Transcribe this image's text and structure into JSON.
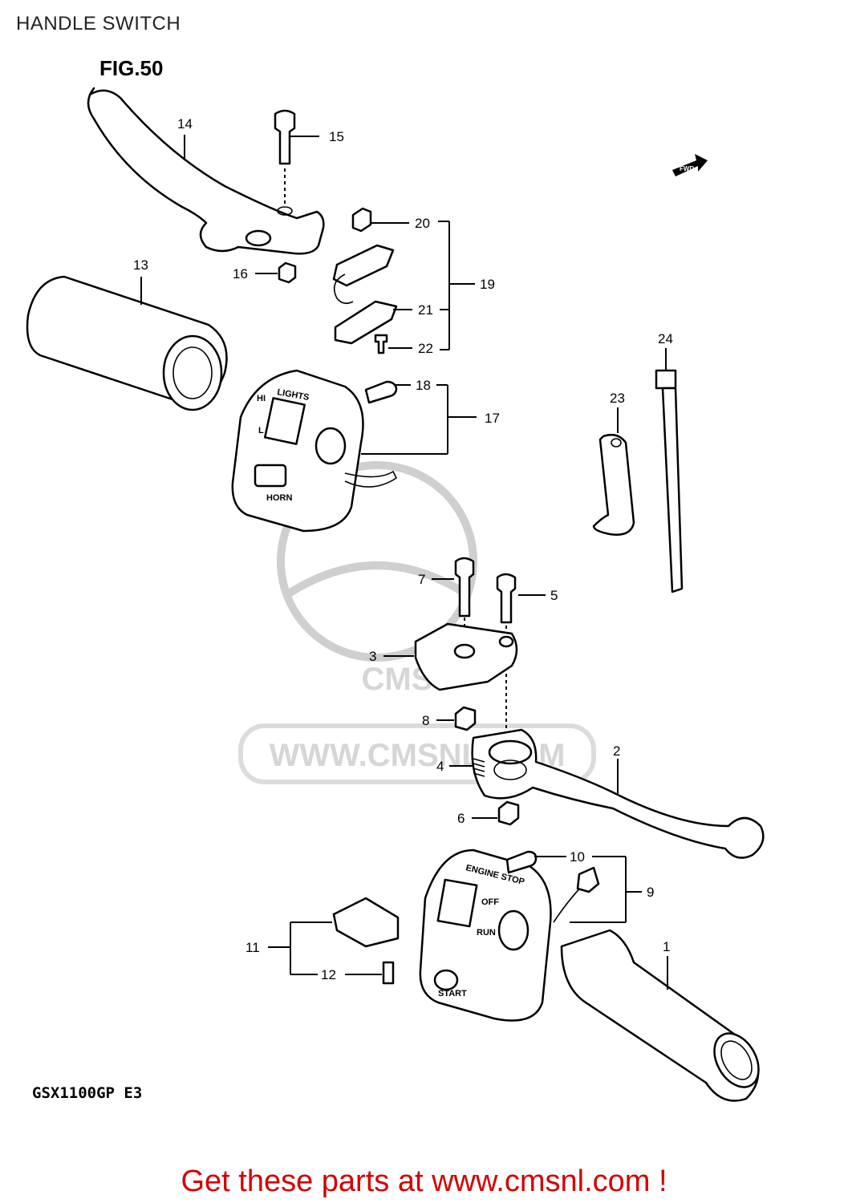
{
  "header": {
    "title": "HANDLE SWITCH"
  },
  "figure": {
    "label": "FIG.50",
    "model": "GSX1100GP E3",
    "fwd_label": "FWD"
  },
  "watermark": {
    "text": "WWW.CMSNL.COM",
    "logo_text": "CMS"
  },
  "switch_labels": {
    "lights": "LIGHTS",
    "hi": "HI",
    "lo": "L",
    "horn": "HORN",
    "engine_stop": "ENGINE STOP",
    "off": "OFF",
    "run": "RUN",
    "start": "START"
  },
  "callouts": [
    {
      "id": "1",
      "label": "1"
    },
    {
      "id": "2",
      "label": "2"
    },
    {
      "id": "3",
      "label": "3"
    },
    {
      "id": "4",
      "label": "4"
    },
    {
      "id": "5",
      "label": "5"
    },
    {
      "id": "6",
      "label": "6"
    },
    {
      "id": "7",
      "label": "7"
    },
    {
      "id": "8",
      "label": "8"
    },
    {
      "id": "9",
      "label": "9"
    },
    {
      "id": "10",
      "label": "10"
    },
    {
      "id": "11",
      "label": "11"
    },
    {
      "id": "12",
      "label": "12"
    },
    {
      "id": "13",
      "label": "13"
    },
    {
      "id": "14",
      "label": "14"
    },
    {
      "id": "15",
      "label": "15"
    },
    {
      "id": "16",
      "label": "16"
    },
    {
      "id": "17",
      "label": "17"
    },
    {
      "id": "18",
      "label": "18"
    },
    {
      "id": "19",
      "label": "19"
    },
    {
      "id": "20",
      "label": "20"
    },
    {
      "id": "21",
      "label": "21"
    },
    {
      "id": "22",
      "label": "22"
    },
    {
      "id": "23",
      "label": "23"
    },
    {
      "id": "24",
      "label": "24"
    }
  ],
  "footer": {
    "text": "Get these parts at www.cmsnl.com !",
    "color": "#d40000"
  }
}
